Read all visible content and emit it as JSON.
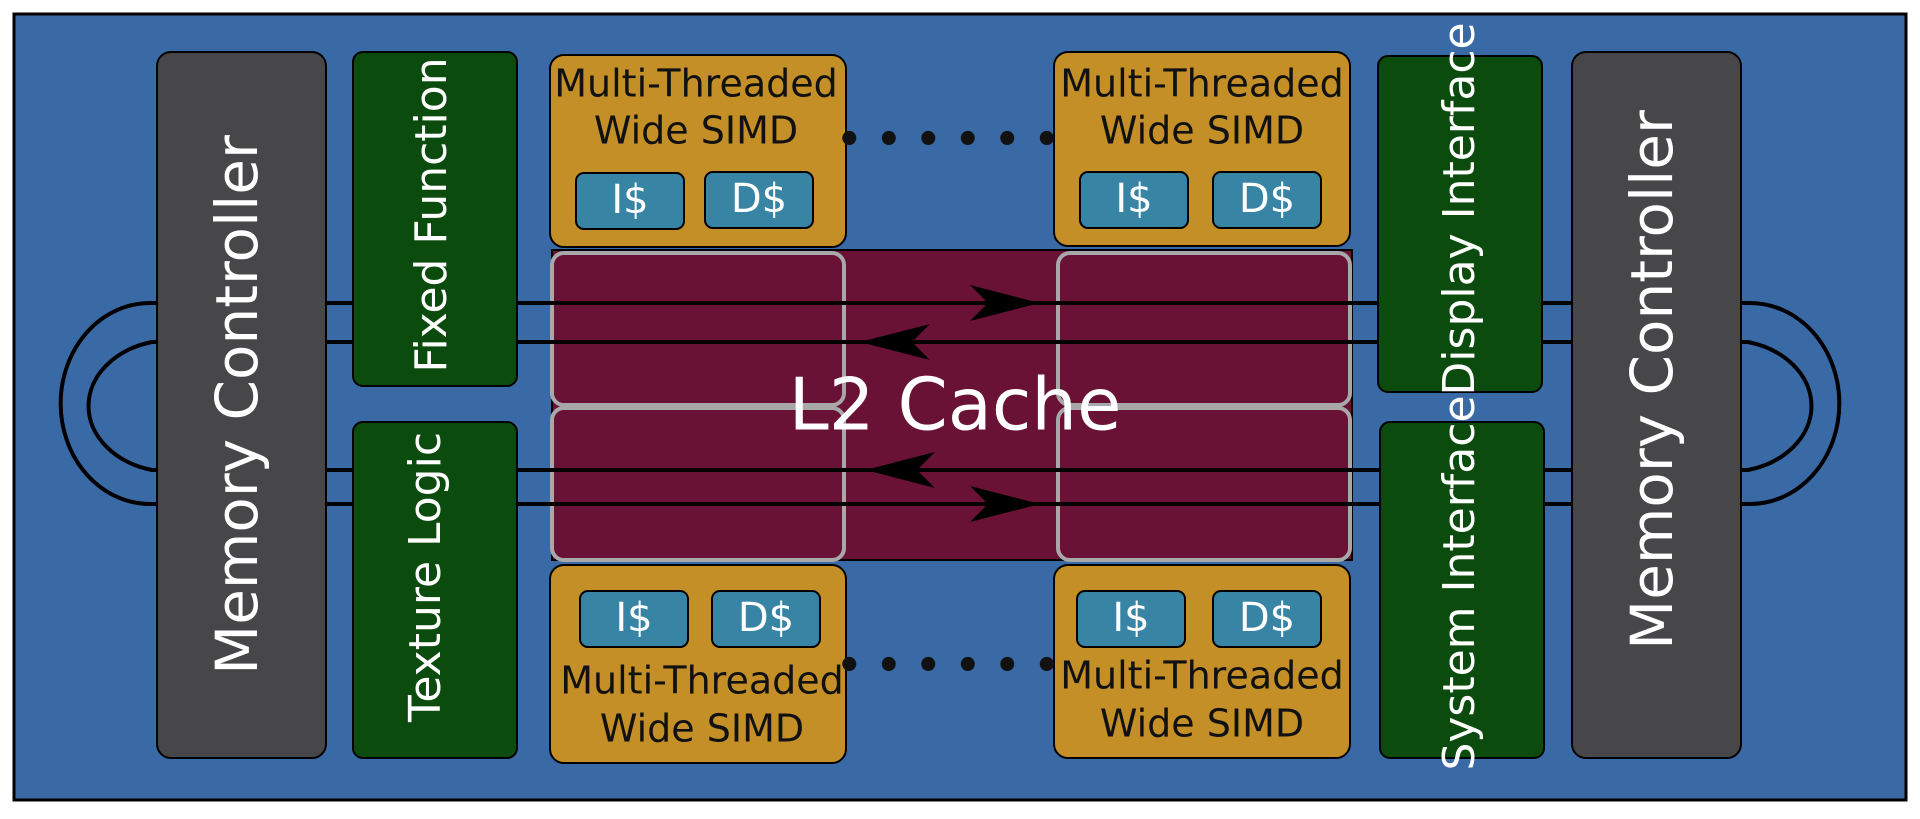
{
  "colors": {
    "background": "#3a6aa6",
    "memory_controller": "#474648",
    "green_block": "#0b4b0d",
    "core": "#c38f26",
    "cache_chip": "#3784a4",
    "l2_cache": "#6a1236",
    "l2_cell_border": "#a8a8a8",
    "wire": "#000000",
    "text_light": "#ffffff",
    "text_dark": "#111111"
  },
  "memory_controllers": [
    {
      "label": "Memory Controller"
    },
    {
      "label": "Memory Controller"
    }
  ],
  "blocks": {
    "fixed_function": "Fixed Function",
    "texture_logic": "Texture Logic",
    "display_interface": "Display Interface",
    "system_interface": "System Interface"
  },
  "l2_cache": {
    "label": "L2 Cache"
  },
  "cores": [
    {
      "line1": "Multi-Threaded",
      "line2": "Wide SIMD",
      "icache": "I$",
      "dcache": "D$"
    },
    {
      "line1": "Multi-Threaded",
      "line2": "Wide SIMD",
      "icache": "I$",
      "dcache": "D$"
    },
    {
      "line1": "Multi-Threaded",
      "line2": "Wide SIMD",
      "icache": "I$",
      "dcache": "D$"
    },
    {
      "line1": "Multi-Threaded",
      "line2": "Wide SIMD",
      "icache": "I$",
      "dcache": "D$"
    }
  ],
  "ellipsis": [
    "• • • • • •",
    "• • • • • •"
  ]
}
